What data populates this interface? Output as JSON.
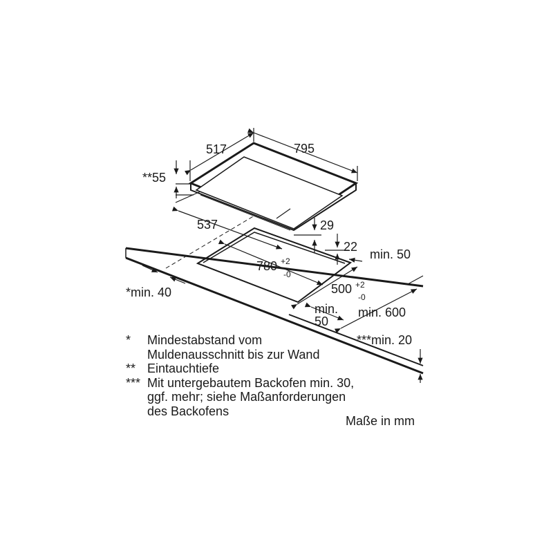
{
  "dimensions": {
    "hob_depth": "517",
    "hob_width": "795",
    "insertion_depth": "**55",
    "cutout_offset": "537",
    "hob_height_a": "29",
    "hob_height_b": "22",
    "wall_gap": "min. 50",
    "cutout_width": "780",
    "cutout_width_tol_plus": "+2",
    "cutout_width_tol_minus": "-0",
    "cutout_depth": "500",
    "cutout_depth_tol_plus": "+2",
    "cutout_depth_tol_minus": "-0",
    "front_edge_min": "min.",
    "front_edge_value": "50",
    "worktop_depth": "min. 600",
    "wall_distance": "*min. 40",
    "worktop_thickness": "***min. 20"
  },
  "legend": [
    {
      "mark": "*",
      "text": "Mindestabstand vom\nMuldenausschnitt bis zur Wand"
    },
    {
      "mark": "**",
      "text": "Eintauchtiefe"
    },
    {
      "mark": "***",
      "text": "Mit untergebautem Backofen min. 30,\nggf. mehr; siehe Maßanforderungen\ndes Backofens"
    }
  ],
  "units_note": "Maße in mm"
}
